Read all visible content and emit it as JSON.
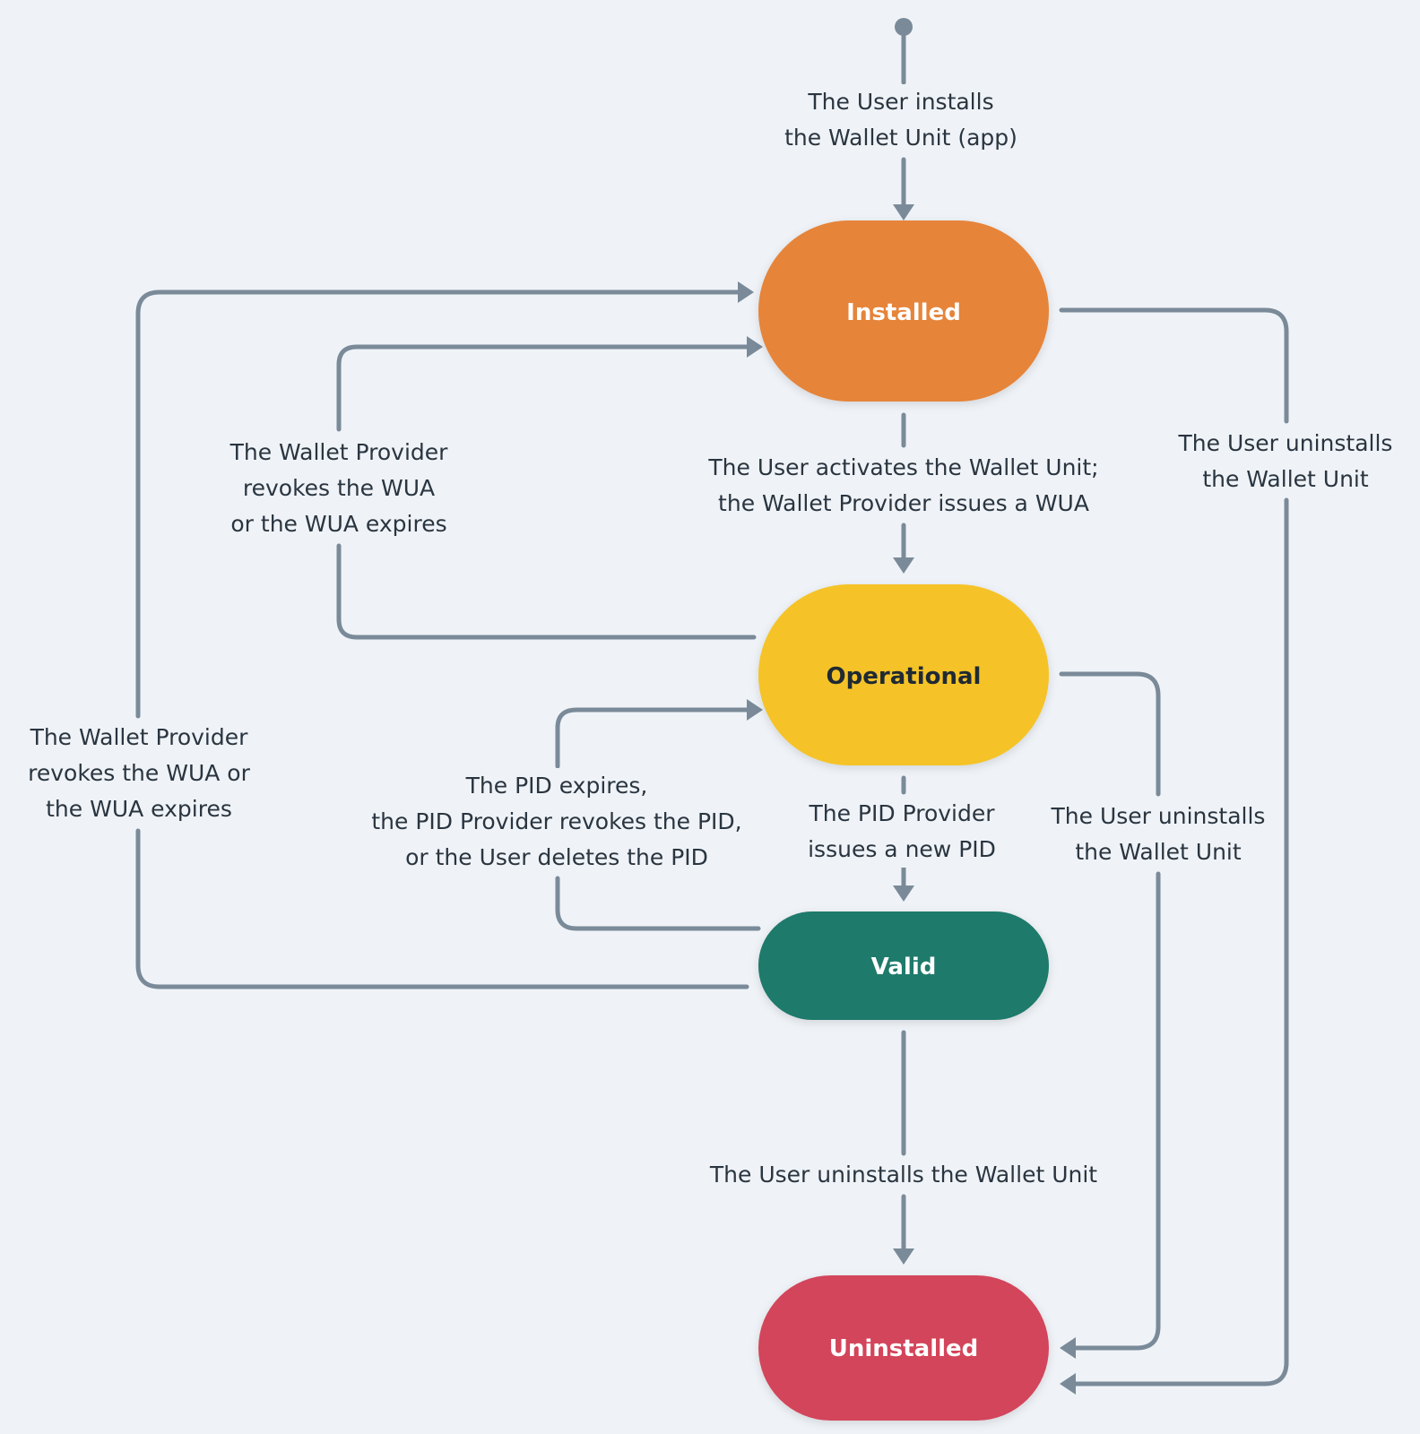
{
  "colors": {
    "background": "#eff3f7",
    "edge": "#7a8a99",
    "installed": "#e6843a",
    "operational": "#f5c327",
    "valid": "#1e7a6b",
    "uninstalled": "#d3455a"
  },
  "states": {
    "installed": "Installed",
    "operational": "Operational",
    "valid": "Valid",
    "uninstalled": "Uninstalled"
  },
  "transitions": {
    "install": "The User installs\nthe Wallet Unit (app)",
    "activate": "The User activates the Wallet Unit;\nthe Wallet Provider issues a WUA",
    "issue_pid": "The PID Provider\nissues a new PID",
    "uninstall_from_valid": "The User uninstalls the Wallet Unit",
    "revoke_wua_operational": "The Wallet Provider\nrevokes the WUA\nor the WUA expires",
    "revoke_wua_valid": "The Wallet Provider\nrevokes the WUA or\nthe WUA expires",
    "pid_expires": "The PID expires,\nthe PID Provider revokes the PID,\nor the User deletes the PID",
    "uninstall_from_installed": "The User uninstalls\nthe Wallet Unit",
    "uninstall_from_operational": "The User uninstalls\nthe Wallet Unit"
  }
}
